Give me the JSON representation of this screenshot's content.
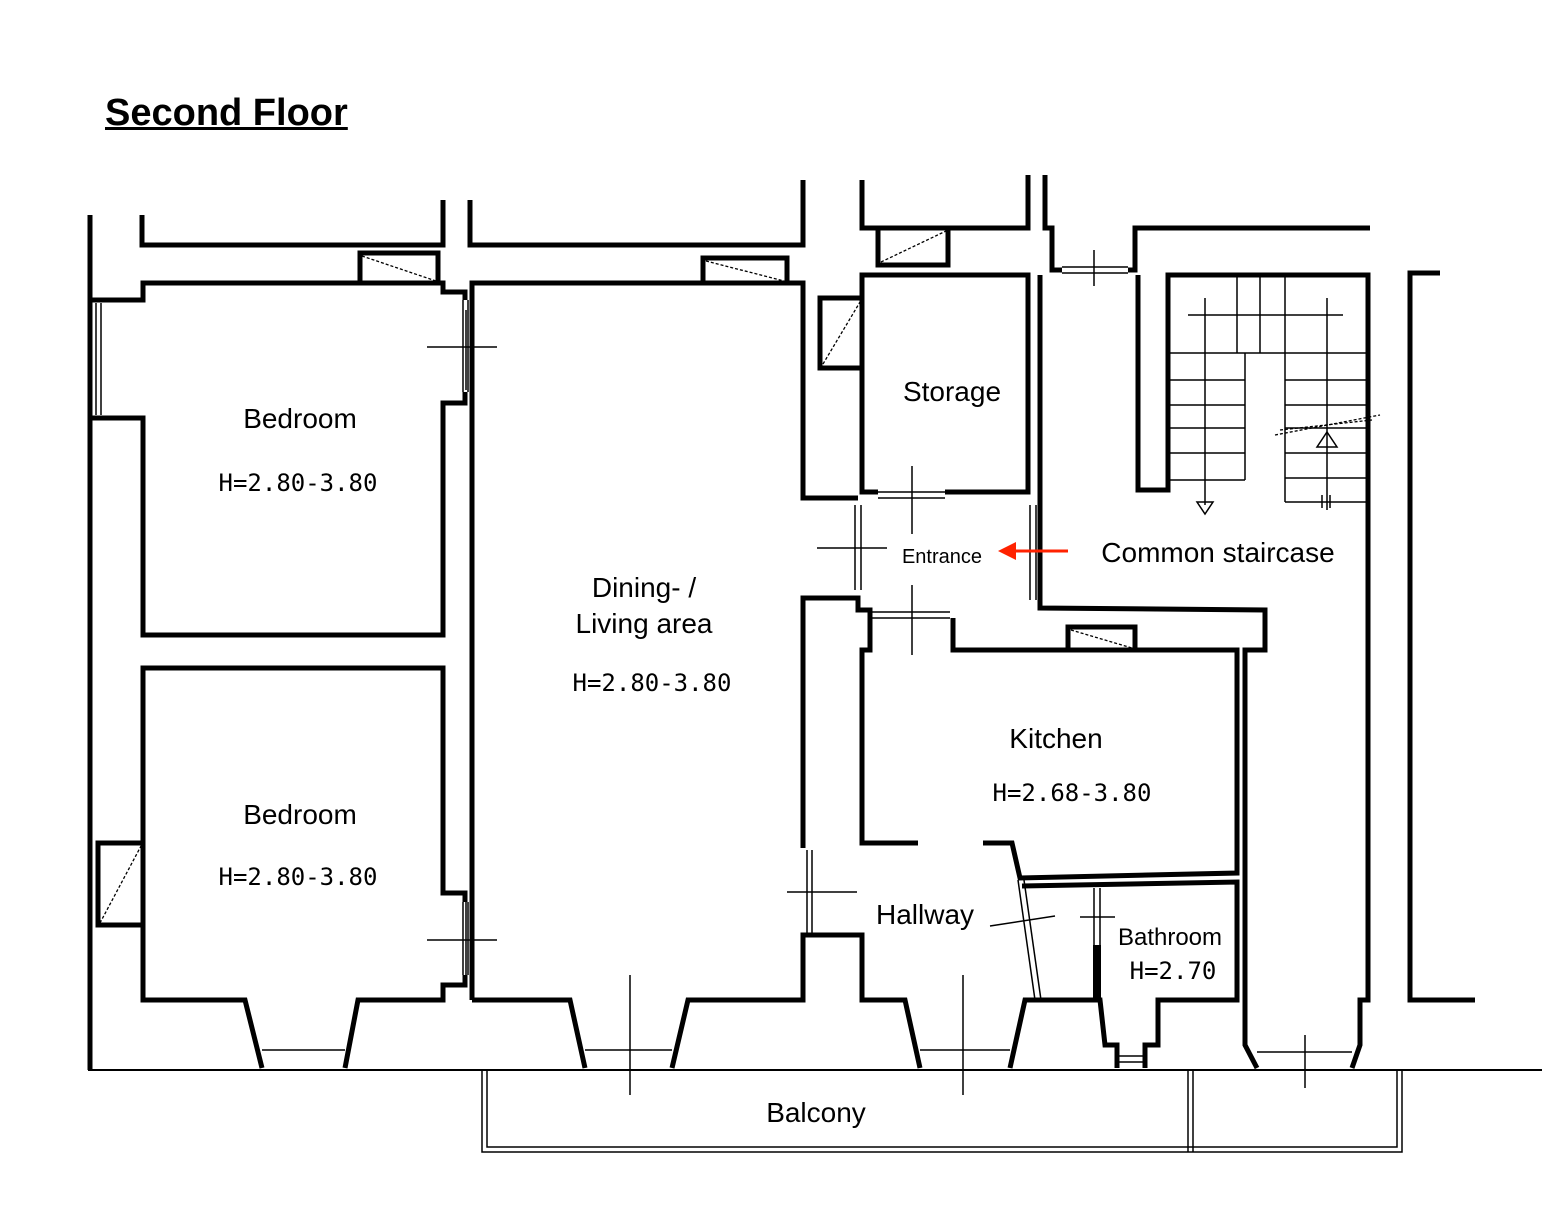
{
  "title": "Second Floor",
  "rooms": {
    "bedroom1": {
      "name": "Bedroom",
      "height": "H=2.80-3.80"
    },
    "bedroom2": {
      "name": "Bedroom",
      "height": "H=2.80-3.80"
    },
    "dining": {
      "name_line1": "Dining- /",
      "name_line2": "Living area",
      "height": "H=2.80-3.80"
    },
    "storage": {
      "name": "Storage"
    },
    "entrance": {
      "name": "Entrance"
    },
    "staircase": {
      "name": "Common staircase"
    },
    "kitchen": {
      "name": "Kitchen",
      "height": "H=2.68-3.80"
    },
    "hallway": {
      "name": "Hallway"
    },
    "bathroom": {
      "name": "Bathroom",
      "height": "H=2.70"
    },
    "balcony": {
      "name": "Balcony"
    }
  },
  "colors": {
    "arrow": "#ff2200",
    "walls": "#000000"
  }
}
